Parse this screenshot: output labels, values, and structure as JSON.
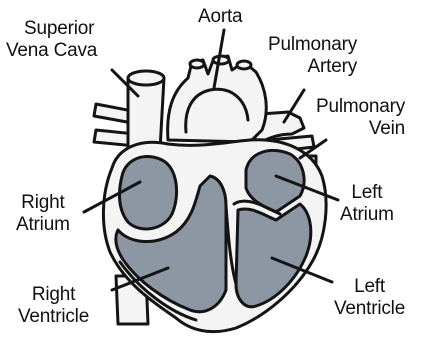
{
  "labels": {
    "superior_vena_cava": [
      "Superior",
      "Vena Cava"
    ],
    "aorta": [
      "Aorta"
    ],
    "pulmonary_artery": [
      "Pulmonary",
      "Artery"
    ],
    "pulmonary_vein": [
      "Pulmonary",
      "Vein"
    ],
    "right_atrium": [
      "Right",
      "Atrium"
    ],
    "left_atrium": [
      "Left",
      "Atrium"
    ],
    "right_ventricle": [
      "Right",
      "Ventricle"
    ],
    "left_ventricle": [
      "Left",
      "Ventricle"
    ]
  },
  "colors": {
    "outline": "#141414",
    "chamber_fill": "#8d96a3",
    "wall_fill": "#f2f2f2",
    "background": "#ffffff"
  }
}
